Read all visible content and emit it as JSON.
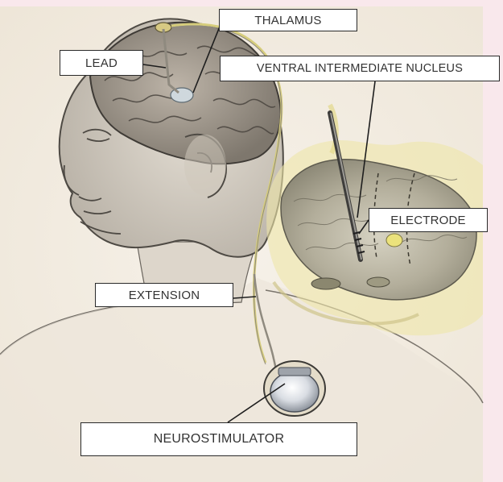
{
  "diagram": {
    "labels": {
      "thalamus": "THALAMUS",
      "lead": "LEAD",
      "ventral_intermediate_nucleus": "VENTRAL INTERMEDIATE NUCLEUS",
      "electrode": "ELECTRODE",
      "extension": "EXTENSION",
      "neurostimulator": "NEUROSTIMULATOR"
    },
    "colors": {
      "page_background": "#f9e8ec",
      "paper": "#f3ede4",
      "pencil": "#5a5650",
      "lead_wire": "#8f8a7f",
      "tissue_yellow": "#e9df88",
      "label_border": "#2a2a2a"
    }
  }
}
